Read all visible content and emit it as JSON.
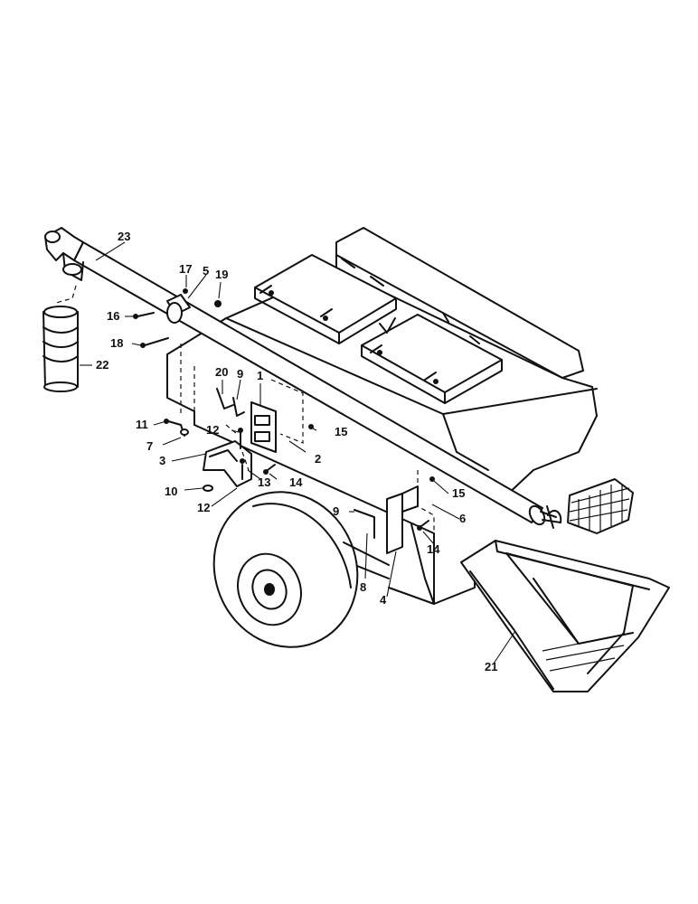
{
  "callouts": {
    "c1": "1",
    "c2": "2",
    "c3": "3",
    "c4": "4",
    "c5": "5",
    "c6": "6",
    "c7": "7",
    "c8": "8",
    "c9a": "9",
    "c9b": "9",
    "c10": "10",
    "c11": "11",
    "c12a": "12",
    "c12b": "12",
    "c13": "13",
    "c14a": "14",
    "c14b": "14",
    "c15a": "15",
    "c15b": "15",
    "c16": "16",
    "c17": "17",
    "c18": "18",
    "c19": "19",
    "c20": "20",
    "c21": "21",
    "c22": "22",
    "c23": "23"
  },
  "colors": {
    "line": "#111111",
    "paper": "#ffffff"
  }
}
